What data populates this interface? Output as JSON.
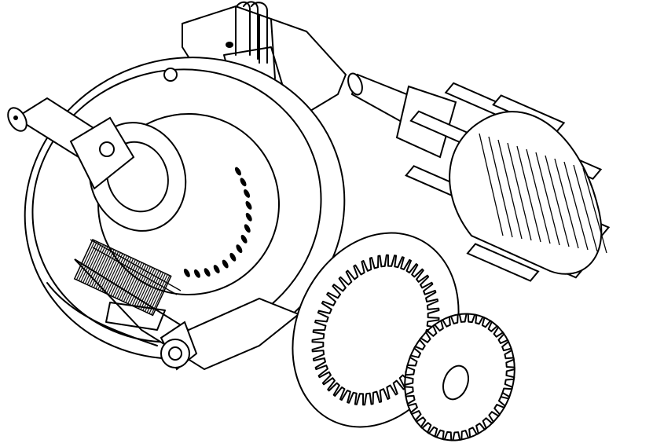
{
  "colors": {
    "ink": "#000000",
    "paper": "#ffffff"
  },
  "illustration": {
    "lamination_large_teeth": 48,
    "lamination_small_teeth": 40,
    "rotor_fins": 8
  }
}
